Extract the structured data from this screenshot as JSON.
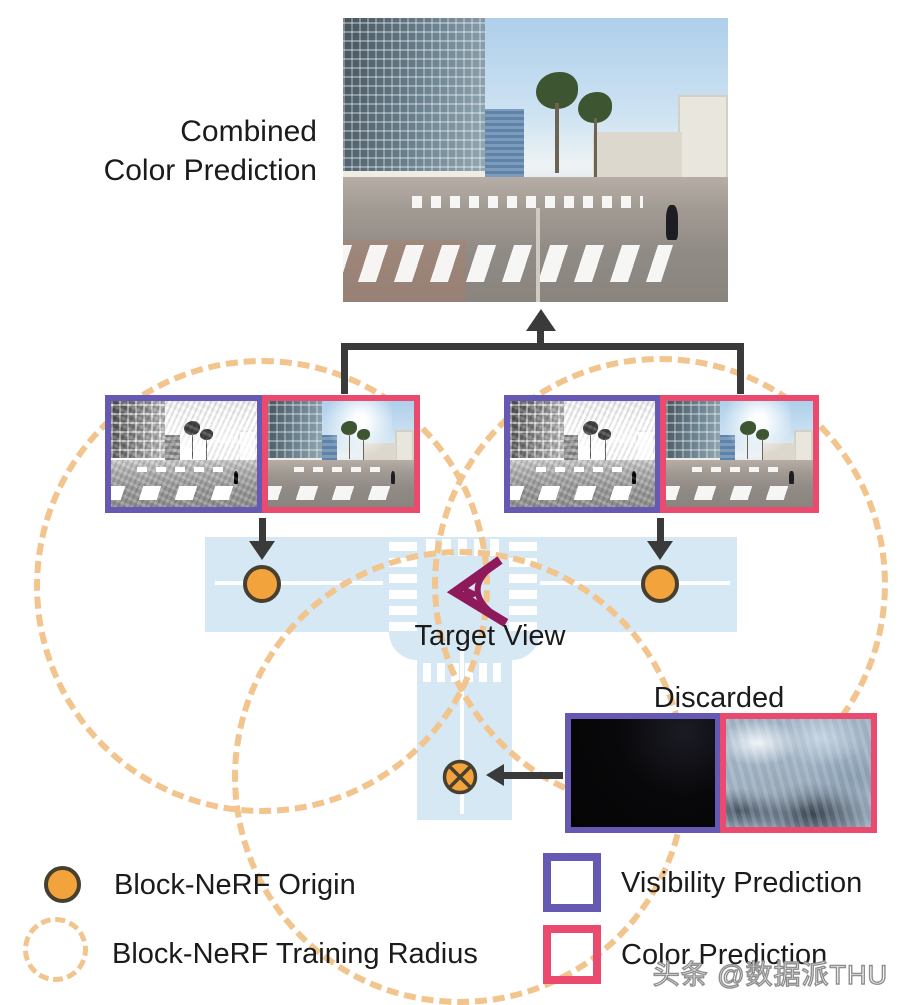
{
  "figure": {
    "combined_label_line1": "Combined",
    "combined_label_line2": "Color Prediction",
    "target_view_label": "Target View",
    "discarded_label": "Discarded"
  },
  "legend": {
    "origin_label": "Block-NeRF Origin",
    "radius_label": "Block-NeRF Training Radius",
    "visibility_label": "Visibility Prediction",
    "color_label": "Color Prediction"
  },
  "watermark": "头条 @数据派THU",
  "icons": {
    "block_nerf_origin": "filled-orange-circle",
    "discarded_origin": "crossed-orange-circle",
    "training_radius": "dashed-orange-circle",
    "target_view": "magenta-eye-frustum",
    "combine_arrow": "arrow-up",
    "feed_arrow": "arrow-down",
    "discard_arrow": "arrow-left"
  },
  "colors": {
    "origin_orange": "#F2A33C",
    "radius_dash": "#F2C48E",
    "road_blue": "#D6E8F3",
    "visibility_border": "#6659B3",
    "color_border": "#EA4A6E",
    "arrow": "#3A3A3A",
    "eye_icon": "#8E1A5B",
    "text": "#1B1B1B"
  }
}
